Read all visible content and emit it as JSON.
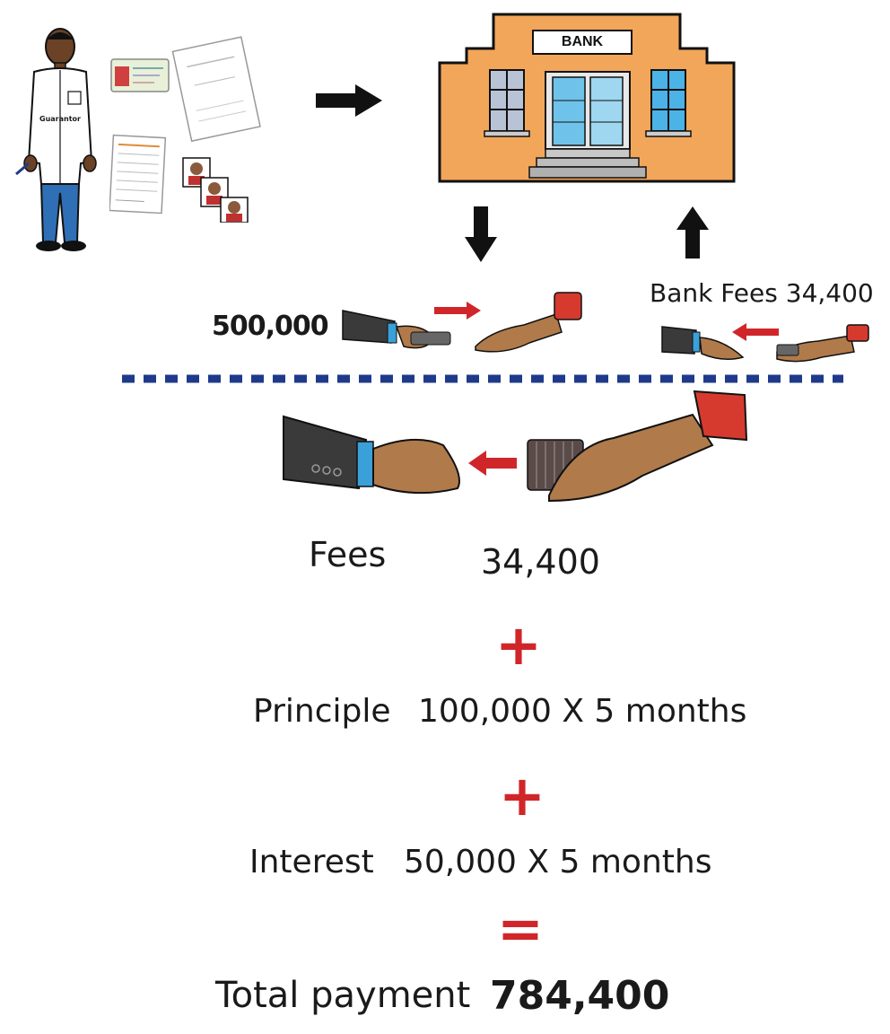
{
  "guarantor": {
    "badge_text": "Guarantor"
  },
  "bank": {
    "sign": "BANK"
  },
  "flow": {
    "loan_amount": "500,000",
    "bank_fees_label": "Bank Fees",
    "bank_fees_value": "34,400"
  },
  "calculation": {
    "fees_label": "Fees",
    "fees_value": "34,400",
    "plus_1": "+",
    "principle_label": "Principle",
    "principle_value": "100,000 X 5 months",
    "plus_2": "+",
    "interest_label": "Interest",
    "interest_value": "50,000 X 5 months",
    "equals": "=",
    "total_label": "Total payment",
    "total_value": "784,400"
  },
  "colors": {
    "bank_wall": "#f2a65a",
    "arrow_red": "#d0262a",
    "divider_blue": "#1f3a8a",
    "sleeve_dark": "#3a3a3a",
    "sleeve_red": "#d63a2f"
  }
}
